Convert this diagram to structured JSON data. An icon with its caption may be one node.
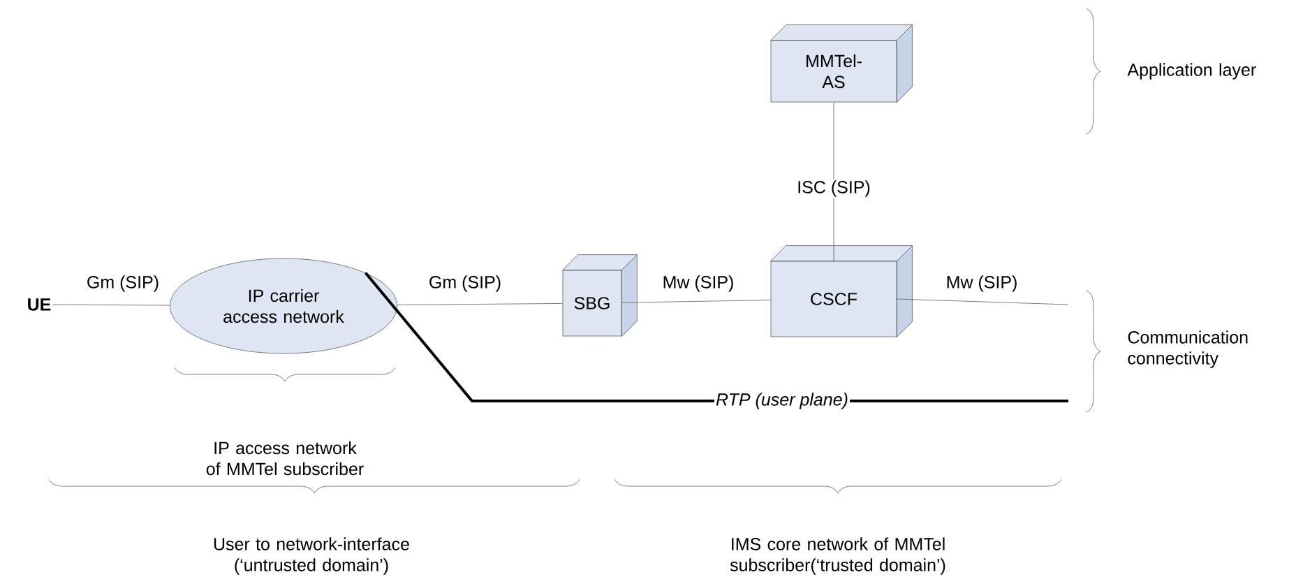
{
  "diagram": {
    "nodes": [
      {
        "text": [
          "UE"
        ]
      },
      {
        "text": [
          "IP carrier access network"
        ]
      },
      {
        "text": [
          "SBG"
        ]
      },
      {
        "text": [
          "CSCF"
        ]
      },
      {
        "text": [
          "MMTel-AS"
        ]
      }
    ],
    "edges": [
      {
        "from": 0,
        "to": 1,
        "arrow": "none",
        "label": "Gm (SIP)"
      },
      {
        "from": 1,
        "to": 2,
        "arrow": "none",
        "label": "Gm (SIP)"
      },
      {
        "from": 2,
        "to": 3,
        "arrow": "none",
        "label": "Mw (SIP)"
      },
      {
        "from": 3,
        "to": null,
        "arrow": "none",
        "label": "Mw (SIP)"
      },
      {
        "from": 4,
        "to": 3,
        "arrow": "none",
        "label": "ISC (SIP)"
      },
      {
        "from": 1,
        "to": null,
        "arrow": "none",
        "label": "RTP (user plane)",
        "style": "thick"
      }
    ],
    "labels": [
      "Application layer",
      "Communication connectivity",
      "IP access network of MMTel subscriber",
      "User to network-interface (‘untrusted domain’)",
      "IMS core network of MMTel subscriber(‘trusted domain’)"
    ]
  }
}
